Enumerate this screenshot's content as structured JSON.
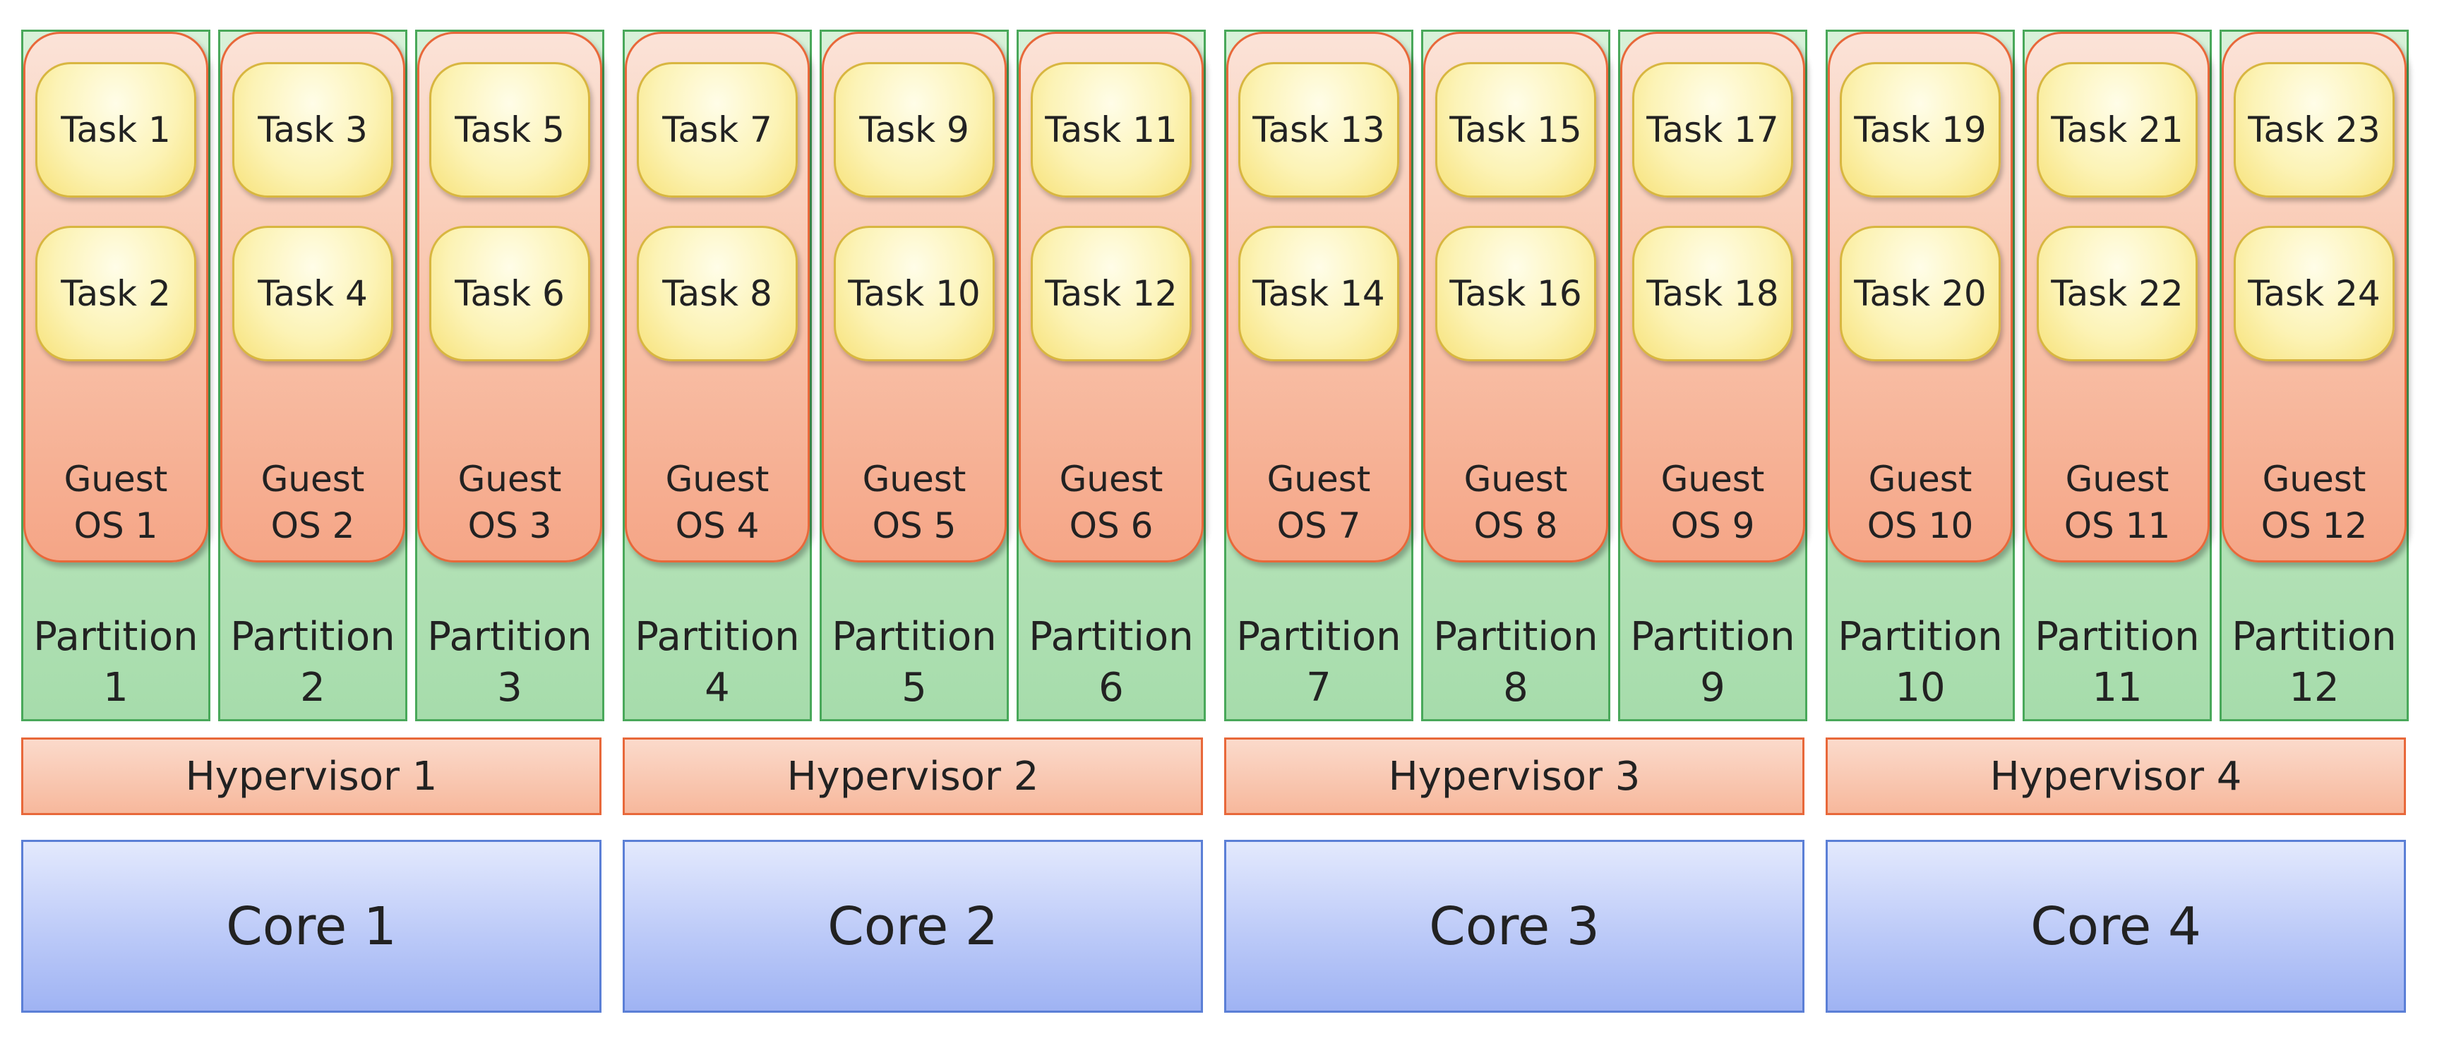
{
  "cores": [
    {
      "core": "Core 1",
      "hypervisor": "Hypervisor 1",
      "partitions": [
        {
          "label": "Partition\n1",
          "guest_os": "Guest\nOS 1",
          "tasks": [
            "Task 1",
            "Task 2"
          ]
        },
        {
          "label": "Partition\n2",
          "guest_os": "Guest\nOS 2",
          "tasks": [
            "Task 3",
            "Task 4"
          ]
        },
        {
          "label": "Partition\n3",
          "guest_os": "Guest\nOS 3",
          "tasks": [
            "Task 5",
            "Task 6"
          ]
        }
      ]
    },
    {
      "core": "Core 2",
      "hypervisor": "Hypervisor 2",
      "partitions": [
        {
          "label": "Partition\n4",
          "guest_os": "Guest\nOS 4",
          "tasks": [
            "Task 7",
            "Task 8"
          ]
        },
        {
          "label": "Partition\n5",
          "guest_os": "Guest\nOS 5",
          "tasks": [
            "Task 9",
            "Task 10"
          ]
        },
        {
          "label": "Partition\n6",
          "guest_os": "Guest\nOS 6",
          "tasks": [
            "Task 11",
            "Task 12"
          ]
        }
      ]
    },
    {
      "core": "Core 3",
      "hypervisor": "Hypervisor 3",
      "partitions": [
        {
          "label": "Partition\n7",
          "guest_os": "Guest\nOS 7",
          "tasks": [
            "Task 13",
            "Task 14"
          ]
        },
        {
          "label": "Partition\n8",
          "guest_os": "Guest\nOS 8",
          "tasks": [
            "Task 15",
            "Task 16"
          ]
        },
        {
          "label": "Partition\n9",
          "guest_os": "Guest\nOS 9",
          "tasks": [
            "Task 17",
            "Task 18"
          ]
        }
      ]
    },
    {
      "core": "Core 4",
      "hypervisor": "Hypervisor 4",
      "partitions": [
        {
          "label": "Partition\n10",
          "guest_os": "Guest\nOS 10",
          "tasks": [
            "Task 19",
            "Task 20"
          ]
        },
        {
          "label": "Partition\n11",
          "guest_os": "Guest\nOS 11",
          "tasks": [
            "Task 21",
            "Task 22"
          ]
        },
        {
          "label": "Partition\n12",
          "guest_os": "Guest\nOS 12",
          "tasks": [
            "Task 23",
            "Task 24"
          ]
        }
      ]
    }
  ],
  "colors": {
    "partition_fill": "#bde6bf",
    "partition_border": "#49a85a",
    "guest_os_fill": "#f9c8b1",
    "guest_os_border": "#e8683a",
    "task_fill": "#fcf3b6",
    "task_border": "#d8b640",
    "hypervisor_fill": "#f7b89c",
    "core_fill": "#bccaf8",
    "core_border": "#5b7fd6"
  }
}
